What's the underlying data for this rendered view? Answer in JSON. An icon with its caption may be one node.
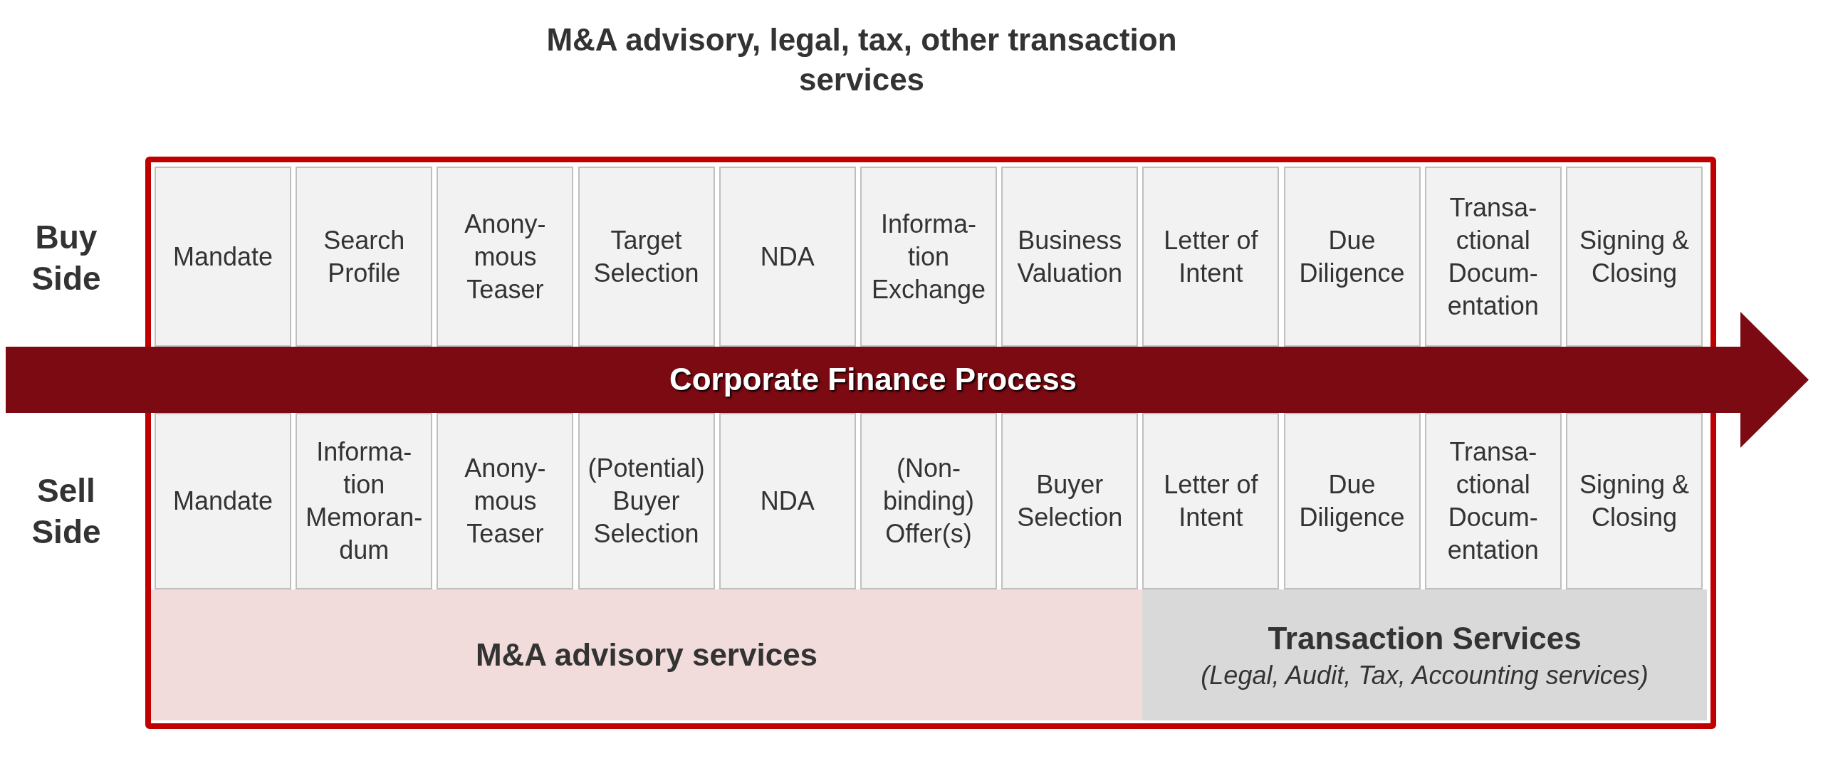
{
  "diagram": {
    "title": "M&A advisory, legal, tax, other transaction services",
    "nodes": [
      {
        "text": [],
        "shape": "box"
      },
      {
        "text": [
          "Mandate"
        ],
        "in": 0
      },
      {
        "text": [
          "Search Profile"
        ],
        "in": 0
      },
      {
        "text": [
          "Anony- mous Teaser"
        ],
        "in": 0
      },
      {
        "text": [
          "Target Selection"
        ],
        "in": 0
      },
      {
        "text": [
          "NDA"
        ],
        "in": 0
      },
      {
        "text": [
          "Informa- tion Exchange"
        ],
        "in": 0
      },
      {
        "text": [
          "Business Valuation"
        ],
        "in": 0
      },
      {
        "text": [
          "Letter of Intent"
        ],
        "in": 0
      },
      {
        "text": [
          "Due Diligence"
        ],
        "in": 0
      },
      {
        "text": [
          "Transa- ctional Docum- entation"
        ],
        "in": 0
      },
      {
        "text": [
          "Signing & Closing"
        ],
        "in": 0
      },
      {
        "text": [
          "Corporate Finance Process"
        ]
      },
      {
        "text": [
          "Mandate"
        ],
        "in": 0
      },
      {
        "text": [
          "Informa- tion Memoran- dum"
        ],
        "in": 0
      },
      {
        "text": [
          "Anony- mous Teaser"
        ],
        "in": 0
      },
      {
        "text": [
          "(Potential) Buyer Selection"
        ],
        "in": 0
      },
      {
        "text": [
          "NDA"
        ],
        "in": 0
      },
      {
        "text": [
          "(Non- binding) Offer(s)"
        ],
        "in": 0
      },
      {
        "text": [
          "Buyer Selection"
        ],
        "in": 0
      },
      {
        "text": [
          "Letter of Intent"
        ],
        "in": 0
      },
      {
        "text": [
          "Due Diligence"
        ],
        "in": 0
      },
      {
        "text": [
          "Transa- ctional Docum- entation"
        ],
        "in": 0
      },
      {
        "text": [
          "Signing & Closing"
        ],
        "in": 0
      },
      {
        "text": [
          "M&A advisory services"
        ],
        "in": 0
      },
      {
        "text": [
          "Transaction Services",
          "(Legal, Audit, Tax, Accounting services)"
        ],
        "in": 0
      }
    ],
    "edges": [],
    "labels": [
      "Buy Side",
      "Sell Side"
    ]
  }
}
